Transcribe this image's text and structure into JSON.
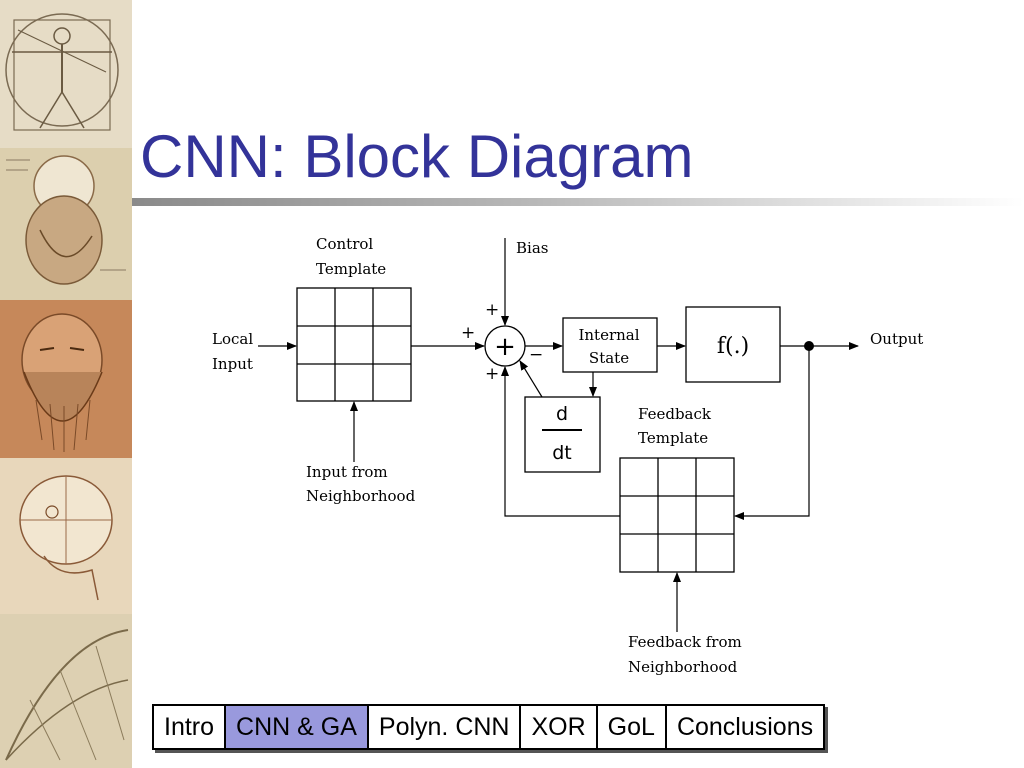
{
  "slide": {
    "title": "CNN: Block Diagram"
  },
  "diagram": {
    "control_template_line1": "Control",
    "control_template_line2": "Template",
    "bias_label": "Bias",
    "local_input_line1": "Local",
    "local_input_line2": "Input",
    "sign_plus_top": "+",
    "sign_plus_left": "+",
    "sign_plus_bottom": "+",
    "sign_minus": "−",
    "summer_symbol": "+",
    "internal_state_line1": "Internal",
    "internal_state_line2": "State",
    "nonlinearity_label": "f(.)",
    "output_label": "Output",
    "derivative_numerator": "d",
    "derivative_denominator": "dt",
    "feedback_template_line1": "Feedback",
    "feedback_template_line2": "Template",
    "input_neighborhood_line1": "Input from",
    "input_neighborhood_line2": "Neighborhood",
    "feedback_neighborhood_line1": "Feedback from",
    "feedback_neighborhood_line2": "Neighborhood"
  },
  "nav": {
    "tabs": [
      {
        "label": "Intro",
        "active": false
      },
      {
        "label": "CNN & GA",
        "active": true
      },
      {
        "label": "Polyn. CNN",
        "active": false
      },
      {
        "label": "XOR",
        "active": false
      },
      {
        "label": "GoL",
        "active": false
      },
      {
        "label": "Conclusions",
        "active": false
      }
    ]
  },
  "colors": {
    "title": "#333399",
    "active_tab": "#9999dd"
  }
}
